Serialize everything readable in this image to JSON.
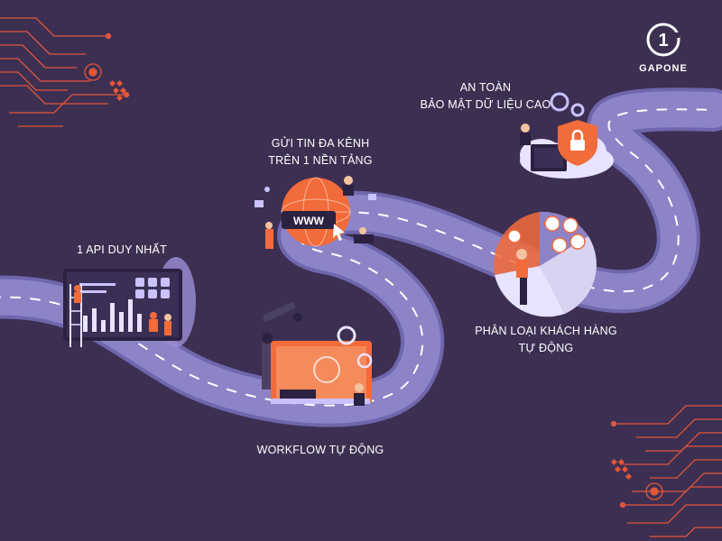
{
  "brand": {
    "name": "GAPONE",
    "logo_glyph": "1",
    "logo_icon": "gapone-logo-icon"
  },
  "colors": {
    "background": "#3d2f52",
    "road": "#8d84c7",
    "road_edge": "#6f67ad",
    "accent": "#f26b3a",
    "circuit": "#e2563a"
  },
  "steps": [
    {
      "lines": [
        "1 API DUY NHẤT"
      ],
      "icon": "analytics-dashboard-icon"
    },
    {
      "lines": [
        "GỬI TIN ĐA KÊNH",
        "TRÊN 1 NỀN TẢNG"
      ],
      "icon": "www-globe-icon",
      "badge": "WWW"
    },
    {
      "lines": [
        "AN TOÀN",
        "BẢO MẬT DỮ LIỆU CAO"
      ],
      "icon": "security-shield-icon"
    },
    {
      "lines": [
        "PHÂN LOẠI KHÁCH HÀNG",
        "TỰ ĐỘNG"
      ],
      "icon": "customer-segmentation-icon"
    },
    {
      "lines": [
        "WORKFLOW TỰ ĐỘNG"
      ],
      "icon": "robot-arm-workflow-icon"
    }
  ]
}
